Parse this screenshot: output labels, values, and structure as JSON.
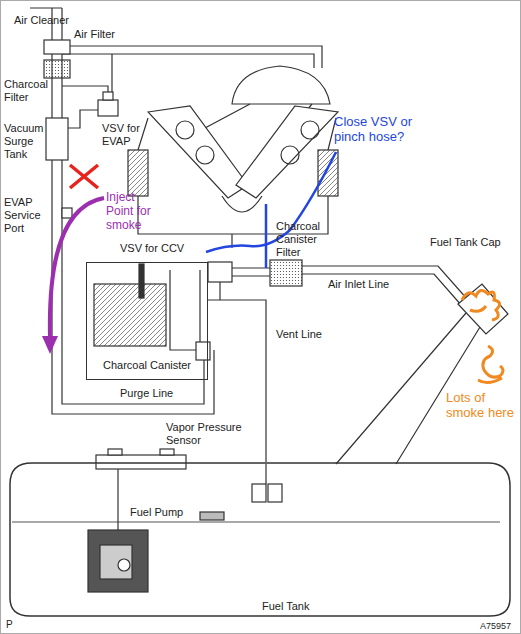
{
  "diagram": {
    "nodes": [
      {
        "text": [
          "Charcoal Canister"
        ]
      },
      {
        "text": [
          "Fuel Tank"
        ]
      }
    ],
    "edges": [
      {
        "from": 0,
        "to": 1,
        "label": "Vent Line",
        "arrow": "none"
      }
    ],
    "labels": [
      "Air Cleaner",
      "Air Filter",
      "Charcoal Filter",
      "Vacuum Surge Tank",
      "VSV for EVAP",
      "EVAP Service Port",
      "Inject Point for smoke",
      "Close VSV or pinch hose?",
      "VSV for CCV",
      "Charcoal Canister Filter",
      "Air Inlet Line",
      "Fuel Tank Cap",
      "Lots of smoke here",
      "Purge Line",
      "Vapor Pressure Sensor",
      "Fuel Pump",
      "P",
      "A75957"
    ]
  }
}
